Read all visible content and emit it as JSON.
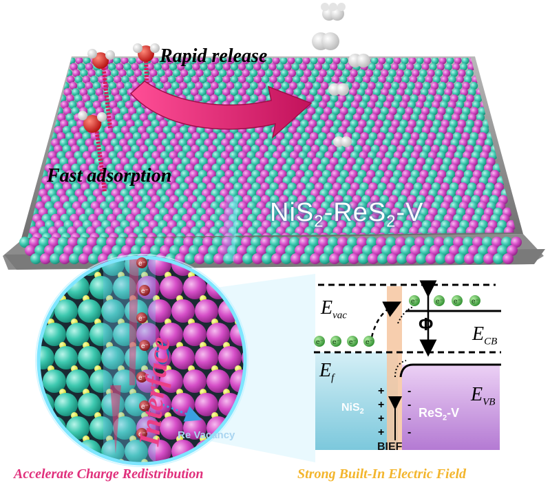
{
  "labels": {
    "rapid_release": "Rapid release",
    "fast_adsorption": "Fast adsorption",
    "material_prefix": "NiS",
    "material_sub1": "2",
    "material_mid": "-ReS",
    "material_sub2": "2",
    "material_suffix": "-V",
    "interface": "Interface",
    "re_vacancy": "Re Vacancy",
    "accelerate": "Accelerate Charge Redistribution",
    "strong_field": "Strong Built-In Electric Field"
  },
  "band_diagram": {
    "e_vac": "E",
    "e_vac_sub": "vac",
    "e_cb": "E",
    "e_cb_sub": "CB",
    "e_f": "E",
    "e_f_sub": "f",
    "e_vb": "E",
    "e_vb_sub": "VB",
    "phi": "Φ",
    "nis2": "NiS",
    "nis2_sub": "2",
    "res2v": "ReS",
    "res2v_sub": "2",
    "res2v_suffix": "-V",
    "bief": "BIEF",
    "plus": "+",
    "minus": "-",
    "electron": "e⁻"
  },
  "colors": {
    "teal_atom": "#3ec9b0",
    "magenta_atom": "#d64fc8",
    "arrow_pink": "#e01f6e",
    "nis2_region": "#a6dbe8",
    "res2v_region": "#cd9be0",
    "interface_band": "#f6c6a0",
    "electron_green": "#3aa63a",
    "electron_red": "#b3262e"
  }
}
